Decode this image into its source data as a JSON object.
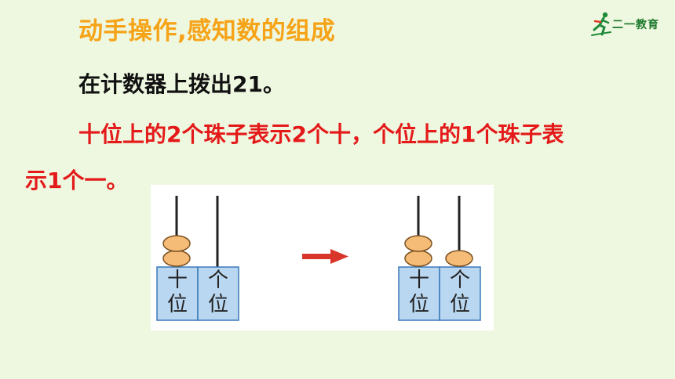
{
  "title": "动手操作,感知数的组成",
  "logo": {
    "text": "二一教育",
    "icon": "runner-icon"
  },
  "instruction": "在计数器上拨出21。",
  "explanation": {
    "line1": "十位上的2个珠子表示2个十，个位上的1个珠子表",
    "line2": "示1个一。"
  },
  "counter_before": {
    "tens": {
      "char1": "十",
      "char2": "位",
      "beads": 2
    },
    "ones": {
      "char1": "个",
      "char2": "位",
      "beads": 0
    }
  },
  "counter_after": {
    "tens": {
      "char1": "十",
      "char2": "位",
      "beads": 2
    },
    "ones": {
      "char1": "个",
      "char2": "位",
      "beads": 1
    }
  },
  "colors": {
    "title": "#f6a317",
    "explanation": "#e41a1a",
    "bead": "#f5bc77",
    "box": "#b9d7f1",
    "arrow": "#d9362b"
  }
}
